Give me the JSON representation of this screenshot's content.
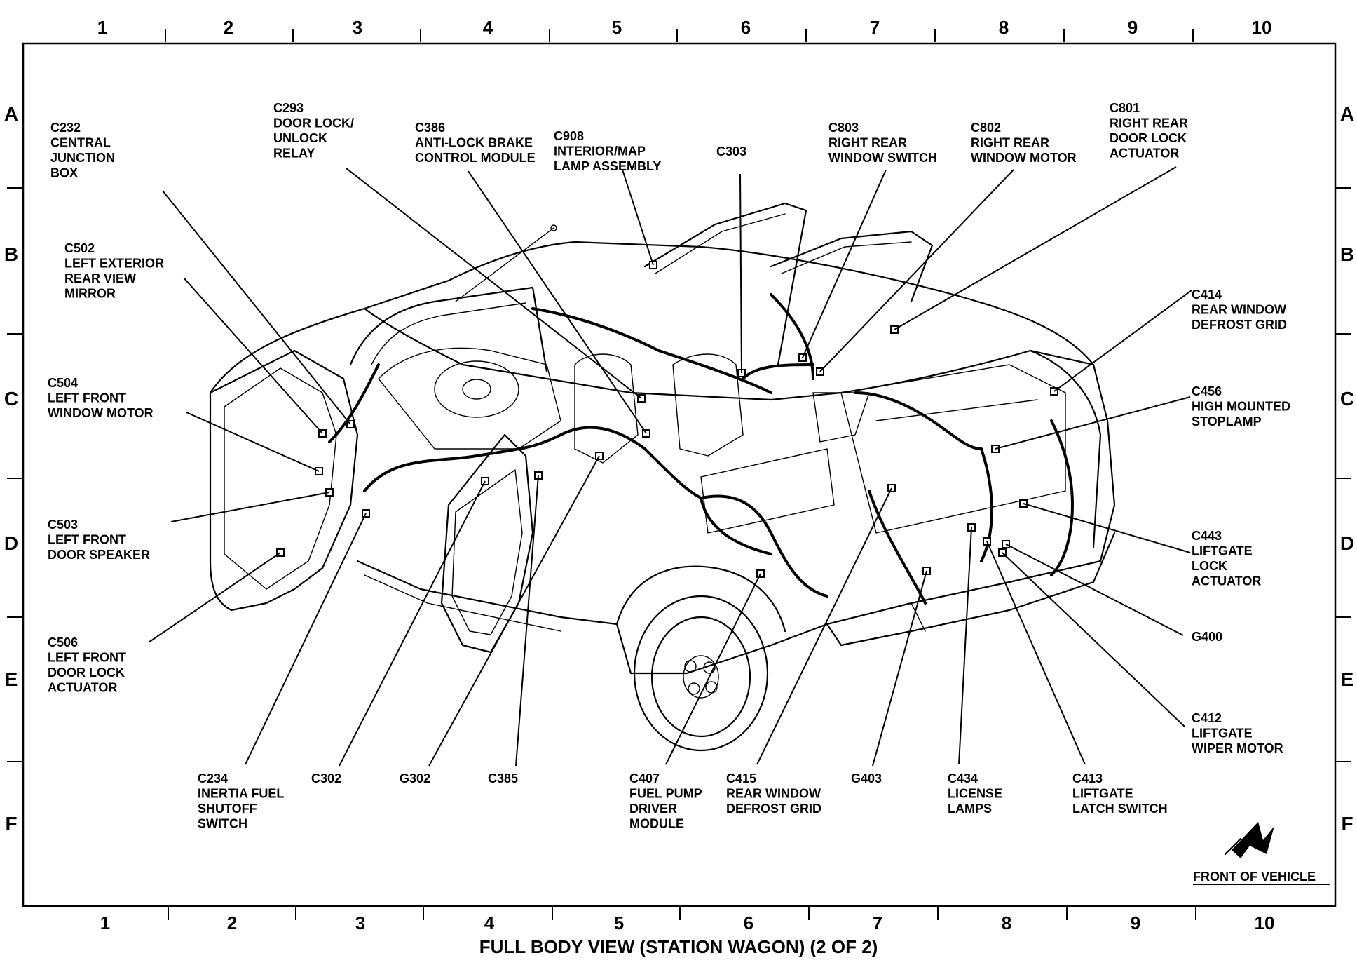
{
  "grid": {
    "columns": [
      "1",
      "2",
      "3",
      "4",
      "5",
      "6",
      "7",
      "8",
      "9",
      "10"
    ],
    "rows": [
      "A",
      "B",
      "C",
      "D",
      "E",
      "F"
    ]
  },
  "labels": {
    "c232": [
      "C232",
      "CENTRAL",
      "JUNCTION",
      "BOX"
    ],
    "c293": [
      "C293",
      "DOOR LOCK/",
      "UNLOCK",
      "RELAY"
    ],
    "c386": [
      "C386",
      "ANTI-LOCK BRAKE",
      "CONTROL MODULE"
    ],
    "c908": [
      "C908",
      "INTERIOR/MAP",
      "LAMP ASSEMBLY"
    ],
    "c303": [
      "C303"
    ],
    "c803": [
      "C803",
      "RIGHT REAR",
      "WINDOW SWITCH"
    ],
    "c802": [
      "C802",
      "RIGHT REAR",
      "WINDOW MOTOR"
    ],
    "c801": [
      "C801",
      "RIGHT REAR",
      "DOOR LOCK",
      "ACTUATOR"
    ],
    "c502": [
      "C502",
      "LEFT EXTERIOR",
      "REAR VIEW",
      "MIRROR"
    ],
    "c414": [
      "C414",
      "REAR WINDOW",
      "DEFROST GRID"
    ],
    "c504": [
      "C504",
      "LEFT FRONT",
      "WINDOW MOTOR"
    ],
    "c456": [
      "C456",
      "HIGH MOUNTED",
      "STOPLAMP"
    ],
    "c503": [
      "C503",
      "LEFT FRONT",
      "DOOR SPEAKER"
    ],
    "c443": [
      "C443",
      "LIFTGATE",
      "LOCK",
      "ACTUATOR"
    ],
    "c506": [
      "C506",
      "LEFT FRONT",
      "DOOR LOCK",
      "ACTUATOR"
    ],
    "g400": [
      "G400"
    ],
    "c412": [
      "C412",
      "LIFTGATE",
      "WIPER MOTOR"
    ],
    "c234": [
      "C234",
      "INERTIA FUEL",
      "SHUTOFF",
      "SWITCH"
    ],
    "c302": [
      "C302"
    ],
    "g302": [
      "G302"
    ],
    "c385": [
      "C385"
    ],
    "c407": [
      "C407",
      "FUEL PUMP",
      "DRIVER",
      "MODULE"
    ],
    "c415": [
      "C415",
      "REAR WINDOW",
      "DEFROST GRID"
    ],
    "g403": [
      "G403"
    ],
    "c434": [
      "C434",
      "LICENSE",
      "LAMPS"
    ],
    "c413": [
      "C413",
      "LIFTGATE",
      "LATCH SWITCH"
    ]
  },
  "front_of_vehicle": "FRONT OF VEHICLE",
  "caption": "FULL BODY VIEW (STATION WAGON) (2 OF 2)"
}
